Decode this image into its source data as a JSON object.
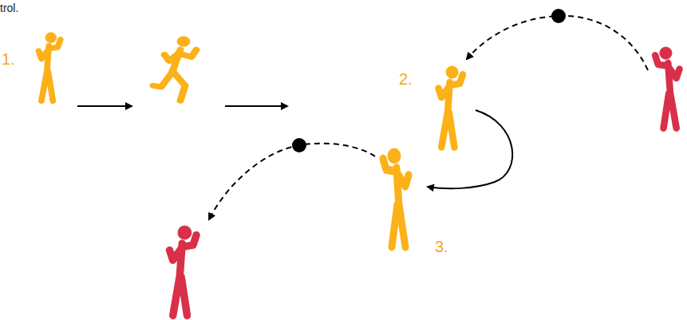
{
  "diagram": {
    "labels": [
      "trol.",
      "1.",
      "2.",
      "3."
    ]
  }
}
